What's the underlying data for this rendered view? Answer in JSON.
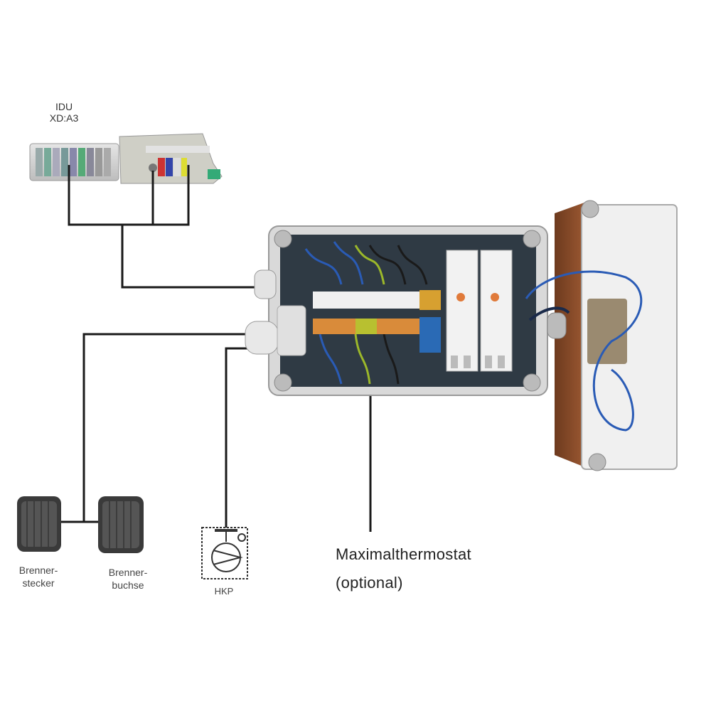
{
  "labels": {
    "idu_line1": "IDU",
    "idu_line2": "XD:A3",
    "brenner_stecker_line1": "Brenner-",
    "brenner_stecker_line2": "stecker",
    "brenner_buchse_line1": "Brenner-",
    "brenner_buchse_line2": "buchse",
    "hkp": "HKP",
    "thermostat_line1": "Maximalthermostat",
    "thermostat_line2": "(optional)"
  },
  "colors": {
    "wire": "#1a1a1a",
    "housing": "#d4d4d4",
    "housing_inner": "#c8c8c8",
    "lid_board": "#8a4a2a",
    "blue_wire": "#2a5bb5",
    "green_yellow": "#9cb82a",
    "terminal_orange": "#d98b3a",
    "relay_white": "#f2f2f2"
  },
  "icons": {
    "pump": "pump-symbol-icon",
    "connector": "burner-connector-icon"
  }
}
